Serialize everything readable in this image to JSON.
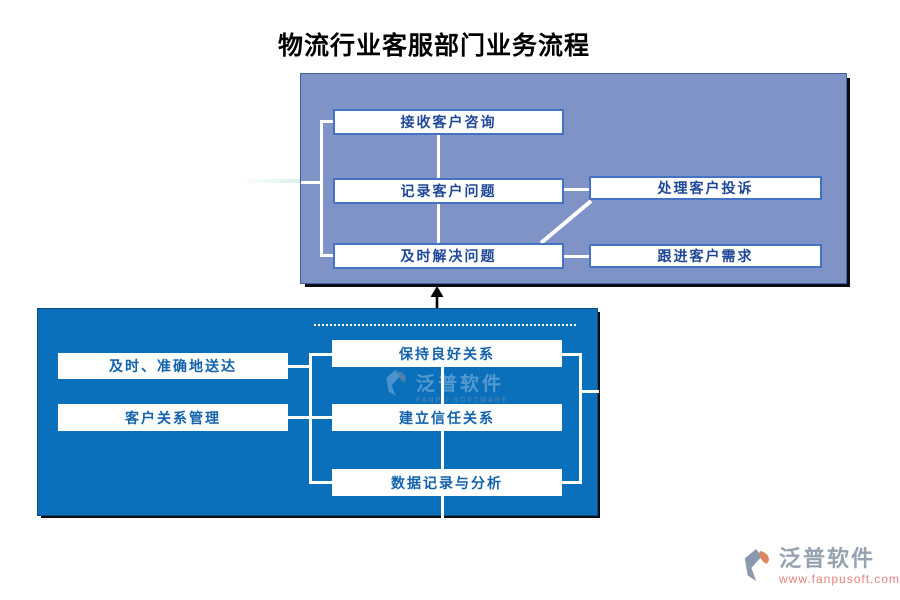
{
  "title": "物流行业客服部门业务流程",
  "top_panel": {
    "boxes": [
      {
        "label": "接收客户咨询"
      },
      {
        "label": "记录客户问题"
      },
      {
        "label": "及时解决问题"
      },
      {
        "label": "处理客户投诉"
      },
      {
        "label": "跟进客户需求"
      }
    ]
  },
  "bottom_panel": {
    "boxes": [
      {
        "label": "及时、准确地送达"
      },
      {
        "label": "客户关系管理"
      },
      {
        "label": "保持良好关系"
      },
      {
        "label": "建立信任关系"
      },
      {
        "label": "数据记录与分析"
      }
    ]
  },
  "watermarks": {
    "center": {
      "brand": "泛普软件",
      "subtext": "FANPU SOFTWARE"
    },
    "footer": {
      "brand": "泛普软件",
      "url": "www.fanpusoft.com"
    }
  },
  "colors": {
    "panel-top-fill": "#8093C6",
    "panel-top-border": "#42619F",
    "box-border": "#4472C4",
    "box-text": "#1F4798",
    "panel-bottom-fill": "#0B70BC",
    "panel-bottom-border": "#0E4C7E",
    "bottom-text": "#1262AC",
    "shadow": "#0C0C16",
    "line": "#FFFFFF",
    "wm-gray": "#96A2B0",
    "wm-url": "#E5827B",
    "title-color": "#000000"
  }
}
